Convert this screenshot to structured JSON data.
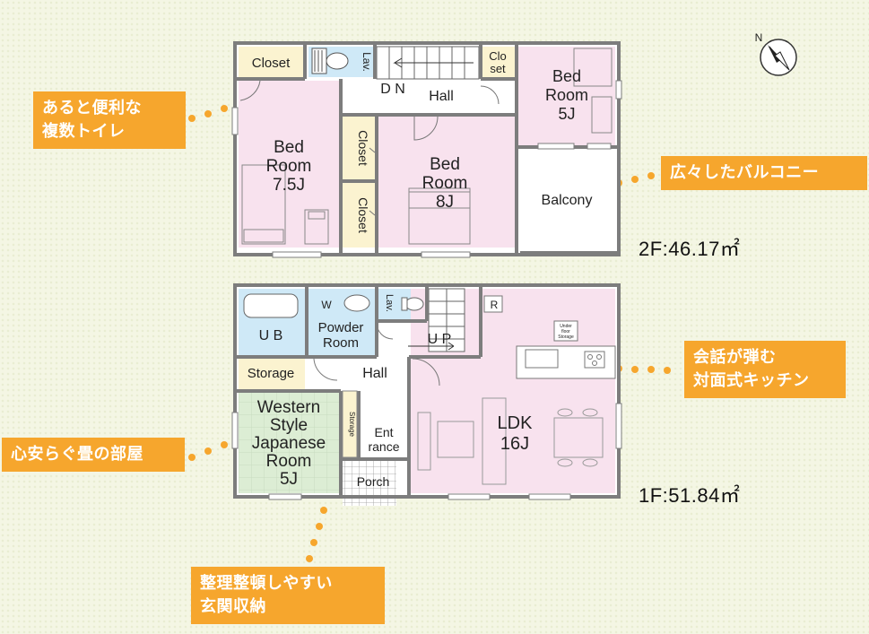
{
  "floors": {
    "second": {
      "area_label": "2F:46.17㎡",
      "rooms": {
        "closet_top": "Closet",
        "lav": "Lav.",
        "dn": "D N",
        "hall": "Hall",
        "clo_set_1": "Clo",
        "clo_set_2": "set",
        "bed5_1": "Bed",
        "bed5_2": "Room",
        "bed5_3": "5J",
        "bed75_1": "Bed",
        "bed75_2": "Room",
        "bed75_3": "7.5J",
        "closet_v1": "Closet",
        "closet_v2": "Closet",
        "bed8_1": "Bed",
        "bed8_2": "Room",
        "bed8_3": "8J",
        "balcony": "Balcony"
      }
    },
    "first": {
      "area_label": "1F:51.84㎡",
      "rooms": {
        "ub": "U B",
        "w": "W",
        "powder_1": "Powder",
        "powder_2": "Room",
        "lav": "Lav.",
        "up": "U P",
        "r": "R",
        "storage": "Storage",
        "hall": "Hall",
        "western_1": "Western",
        "western_2": "Style",
        "western_3": "Japanese",
        "western_4": "Room",
        "western_5": "5J",
        "ent_1": "Ent",
        "ent_2": "rance",
        "storage_small": "Storage",
        "porch": "Porch",
        "ldk_1": "LDK",
        "ldk_2": "16J",
        "underfloor_1": "Under",
        "underfloor_2": "floor",
        "underfloor_3": "Storage"
      }
    }
  },
  "callouts": {
    "toilet_1": "あると便利な",
    "toilet_2": "複数トイレ",
    "balcony": "広々したバルコニー",
    "kitchen_1": "会話が弾む",
    "kitchen_2": "対面式キッチン",
    "tatami": "心安らぐ畳の部屋",
    "entrance_1": "整理整頓しやすい",
    "entrance_2": "玄関収納"
  },
  "compass": {
    "label": "N",
    "icon": "north-compass-icon"
  },
  "colors": {
    "callout": "#f6a62d",
    "bedroom": "#f8e2ee",
    "wet": "#cfe9f7",
    "storage": "#fbf3d0",
    "tatami": "#dcedd4",
    "wall": "#7d7d7d"
  }
}
